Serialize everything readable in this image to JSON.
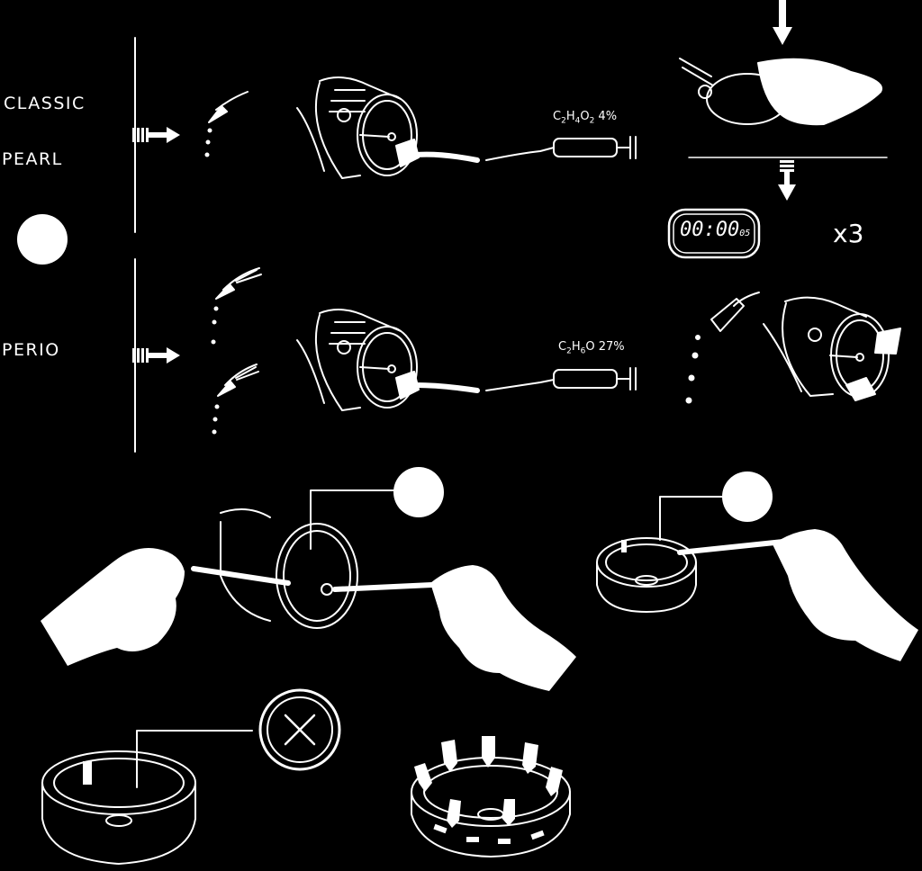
{
  "labels": {
    "classic": "CLASSIC",
    "pearl": "PEARL",
    "perio": "PERIO"
  },
  "chemicals": {
    "acid": {
      "c": "C",
      "s1": "2",
      "h": "H",
      "s2": "4",
      "o": "O",
      "s3": "2",
      "pct": " 4%"
    },
    "alcohol": {
      "c": "C",
      "s1": "2",
      "h": "H",
      "s2": "6",
      "o": "O",
      "pct": " 27%"
    }
  },
  "timer": {
    "main": "00:00",
    "small": "05"
  },
  "repeat": "x3",
  "colors": {
    "background": "#000000",
    "stroke": "#ffffff"
  }
}
